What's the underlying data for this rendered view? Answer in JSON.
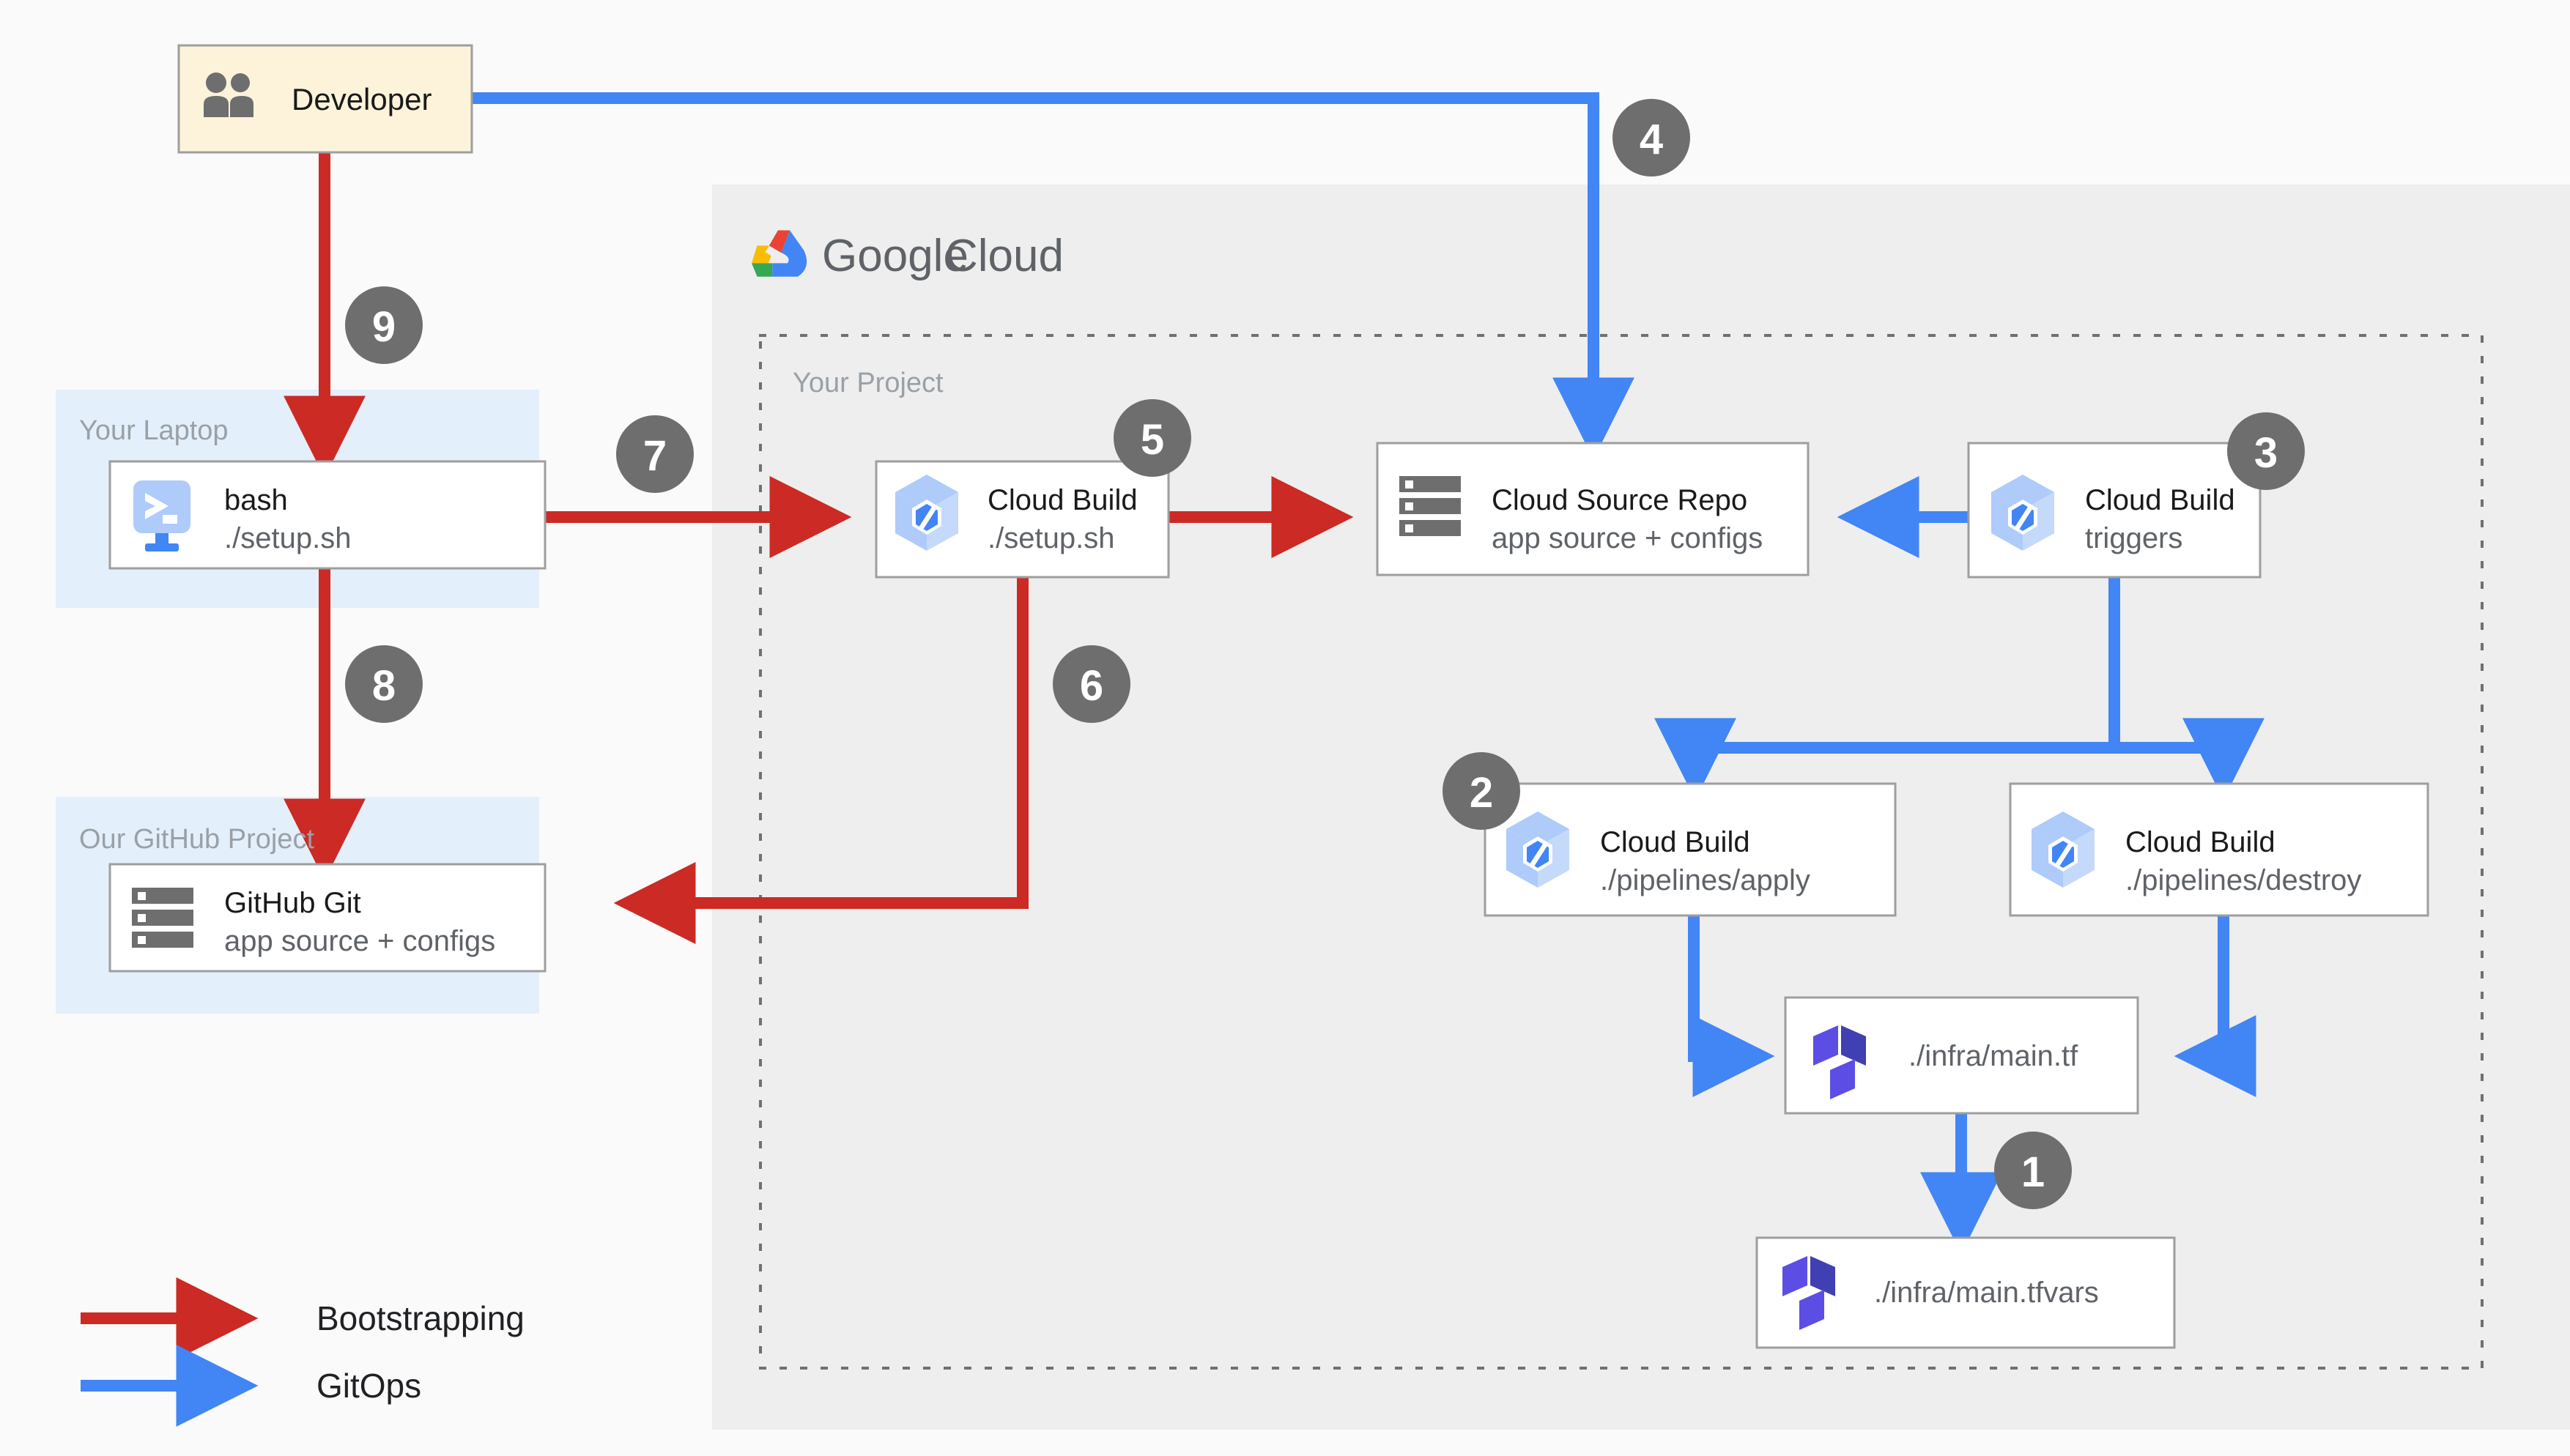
{
  "page": {
    "background": "#fafafa",
    "title": "GCP Bootstrapping and GitOps architecture diagram"
  },
  "colors": {
    "bootstrapping_arrow": "#cc2a25",
    "gitops_arrow": "#4285f4",
    "badge_fill": "#6e6e6e",
    "gcp_panel": "#eeeeee",
    "zone_panel": "#e3f0fb",
    "developer_fill": "#fcf3da",
    "node_fill": "#ffffff",
    "node_border": "#9e9e9e",
    "muted_text": "#5f6368",
    "zone_label": "#9aa0a6",
    "terraform_purple": "#5c4ee5",
    "cloudbuild_blue": "#aecbfa",
    "repo_gray": "#6e6e6e"
  },
  "cloud_panel": {
    "label_google": "Google",
    "label_cloud": "Cloud",
    "icon": "google-cloud-logo"
  },
  "project_zone": {
    "label": "Your Project"
  },
  "laptop_zone": {
    "label": "Your Laptop"
  },
  "github_zone": {
    "label": "Our GitHub Project"
  },
  "nodes": {
    "developer": {
      "title": "Developer",
      "sub": "",
      "icon": "people-icon"
    },
    "bash": {
      "title": "bash",
      "sub": "./setup.sh",
      "icon": "terminal-icon"
    },
    "github_git": {
      "title": "GitHub Git",
      "sub": "app source + configs",
      "icon": "repository-icon"
    },
    "cloudbuild_setup": {
      "title": "Cloud Build",
      "sub": "./setup.sh",
      "icon": "cloud-build-icon"
    },
    "source_repo": {
      "title": "Cloud Source Repo",
      "sub": "app source + configs",
      "icon": "repository-icon"
    },
    "cloudbuild_triggers": {
      "title": "Cloud Build",
      "sub": "triggers",
      "icon": "cloud-build-icon"
    },
    "cloudbuild_apply": {
      "title": "Cloud Build",
      "sub": "./pipelines/apply",
      "icon": "cloud-build-icon"
    },
    "cloudbuild_destroy": {
      "title": "Cloud Build",
      "sub": "./pipelines/destroy",
      "icon": "cloud-build-icon"
    },
    "main_tf": {
      "title": "",
      "sub": "./infra/main.tf",
      "icon": "terraform-icon"
    },
    "main_tfvars": {
      "title": "",
      "sub": "./infra/main.tfvars",
      "icon": "terraform-icon"
    }
  },
  "badges": [
    {
      "id": "badge-1",
      "number": "1"
    },
    {
      "id": "badge-2",
      "number": "2"
    },
    {
      "id": "badge-3",
      "number": "3"
    },
    {
      "id": "badge-4",
      "number": "4"
    },
    {
      "id": "badge-5",
      "number": "5"
    },
    {
      "id": "badge-6",
      "number": "6"
    },
    {
      "id": "badge-7",
      "number": "7"
    },
    {
      "id": "badge-8",
      "number": "8"
    },
    {
      "id": "badge-9",
      "number": "9"
    }
  ],
  "legend": {
    "items": [
      {
        "label": "Bootstrapping",
        "color": "#cc2a25"
      },
      {
        "label": "GitOps",
        "color": "#4285f4"
      }
    ]
  }
}
